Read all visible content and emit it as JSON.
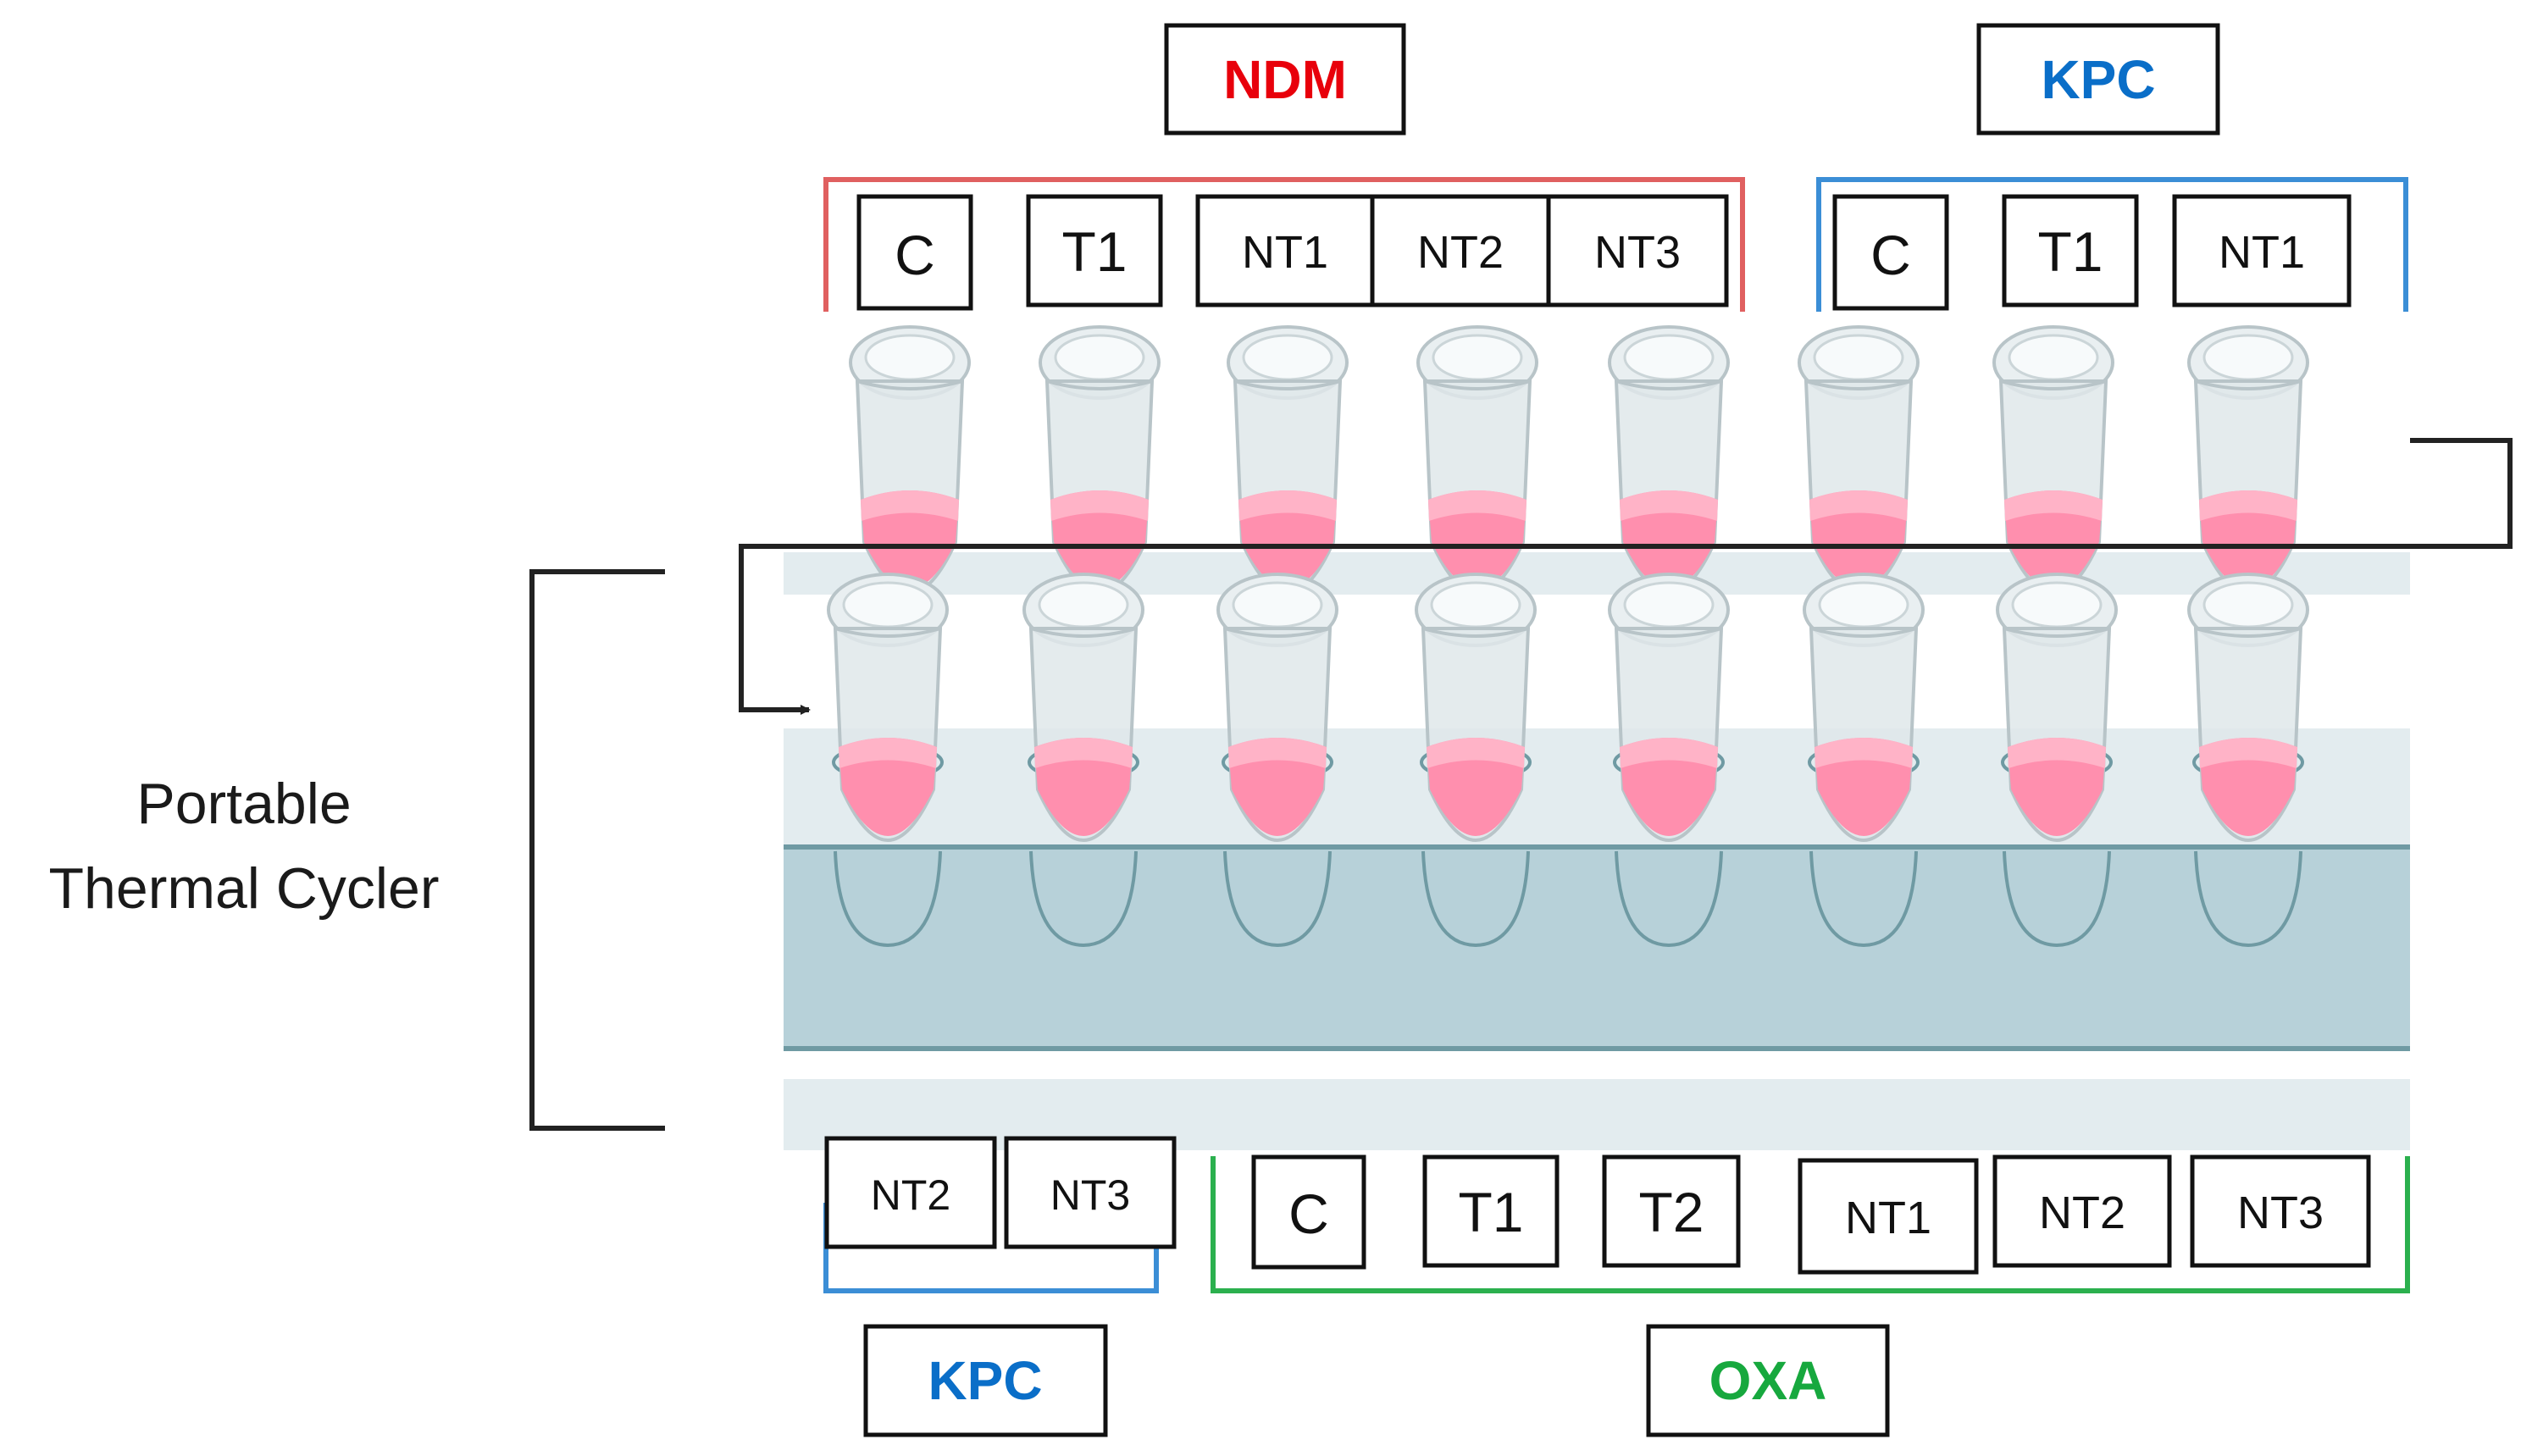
{
  "side_label": {
    "line1": "Portable",
    "line2": "Thermal Cycler"
  },
  "colors": {
    "ndm": "#e8000b",
    "kpc": "#0a6ec8",
    "oxa": "#17a83e",
    "liquid": "#ff8fae",
    "tube_shell": "#dfe7ea",
    "tray_light": "#e3ecef",
    "tray_dark": "#b7d1d9"
  },
  "groups": {
    "ndm_top": {
      "name": "NDM",
      "wells": [
        "C",
        "T1",
        "NT1",
        "NT2",
        "NT3"
      ]
    },
    "kpc_top": {
      "name": "KPC",
      "wells": [
        "C",
        "T1",
        "NT1"
      ]
    },
    "kpc_bottom": {
      "name": "KPC",
      "wells": [
        "NT2",
        "NT3"
      ]
    },
    "oxa_bottom": {
      "name": "OXA",
      "wells": [
        "C",
        "T1",
        "T2",
        "NT1",
        "NT2",
        "NT3"
      ]
    }
  }
}
